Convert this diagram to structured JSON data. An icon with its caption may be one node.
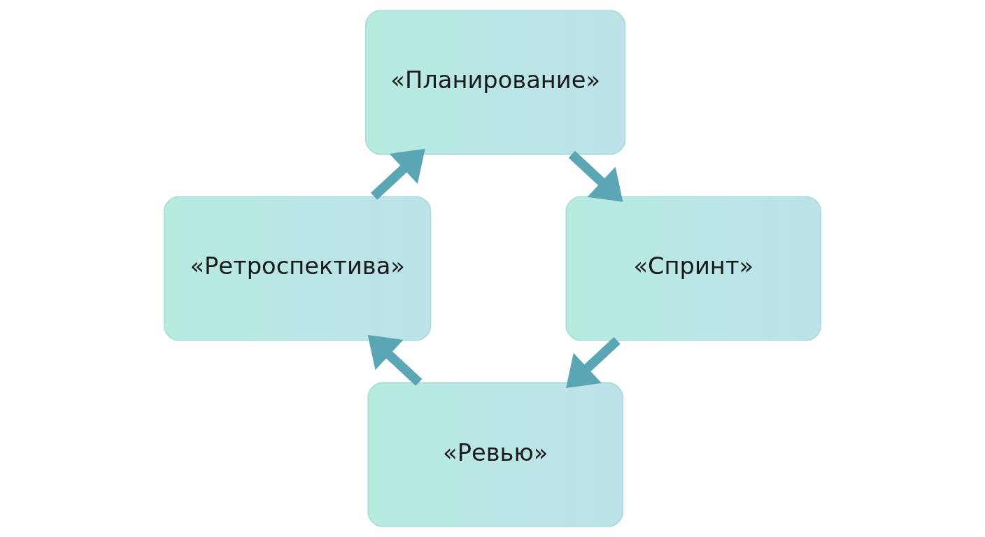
{
  "diagram": {
    "nodes": [
      {
        "text": [
          "«Планирование»"
        ]
      },
      {
        "text": [
          "«Спринт»"
        ]
      },
      {
        "text": [
          "«Ревью»"
        ]
      },
      {
        "text": [
          "«Ретроспектива»"
        ]
      }
    ],
    "edges": [
      {
        "from": 0,
        "to": 1,
        "arrow": "to"
      },
      {
        "from": 1,
        "to": 2,
        "arrow": "to"
      },
      {
        "from": 2,
        "to": 3,
        "arrow": "to"
      },
      {
        "from": 3,
        "to": 0,
        "arrow": "to"
      }
    ]
  }
}
